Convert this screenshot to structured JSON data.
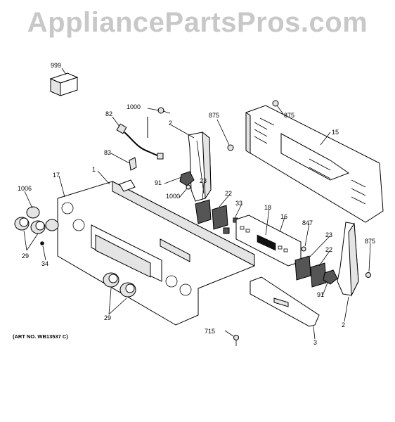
{
  "watermark": "AppliancePartsPros.com",
  "art_number": "(ART NO. WB13537 C)",
  "labels": {
    "l999": "999",
    "l1000a": "1000",
    "l82": "82",
    "l2a": "2",
    "l875a": "875",
    "l875b": "875",
    "l15": "15",
    "l83": "83",
    "l1": "1",
    "l17": "17",
    "l1006": "1006",
    "l91a": "91",
    "l1000b": "1000",
    "l23a": "23",
    "l22a": "22",
    "l33": "33",
    "l18": "18",
    "l16": "16",
    "l847": "847",
    "l23b": "23",
    "l875c": "875",
    "l29a": "29",
    "l34": "34",
    "l22b": "22",
    "l91b": "91",
    "l2b": "2",
    "l29b": "29",
    "l715": "715",
    "l3": "3"
  }
}
